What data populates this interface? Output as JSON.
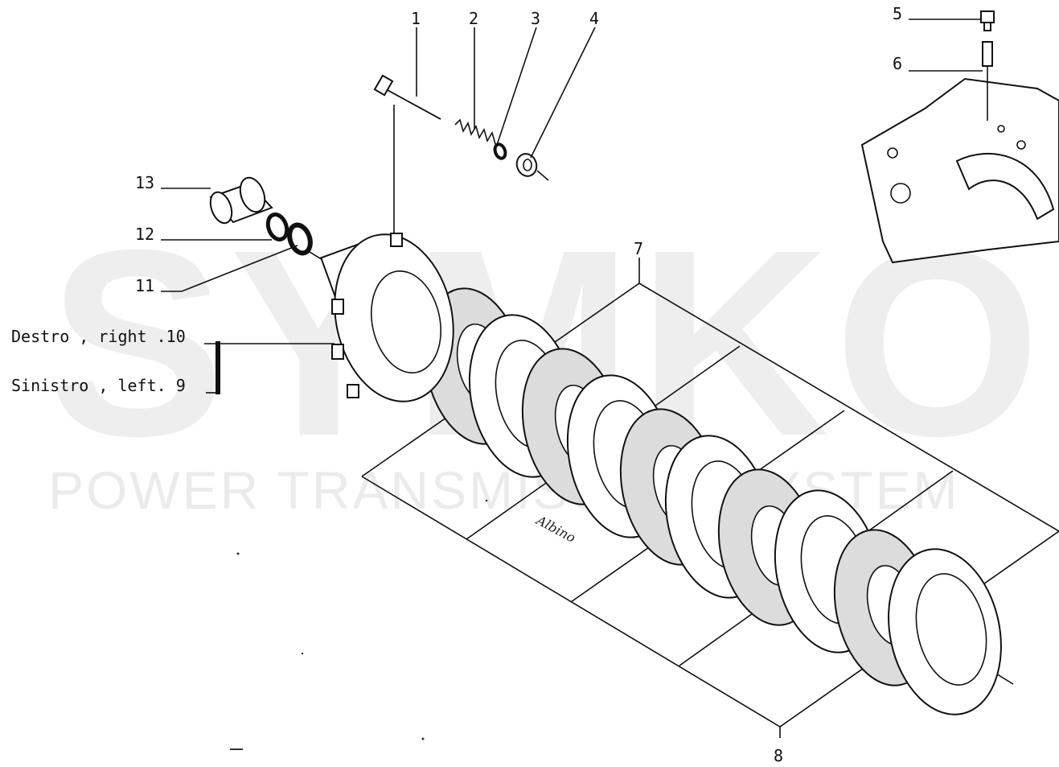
{
  "watermark": {
    "brand": "SYMKO",
    "tagline": "POWER TRANSMISSION SYSTEM"
  },
  "callouts": {
    "c1": "1",
    "c2": "2",
    "c3": "3",
    "c4": "4",
    "c5": "5",
    "c6": "6",
    "c7": "7",
    "c8": "8",
    "c11": "11",
    "c12": "12",
    "c13": "13"
  },
  "side_labels": {
    "right": "Destro , right .10",
    "left": "Sinistro , left.  9"
  },
  "signature": "Albino"
}
